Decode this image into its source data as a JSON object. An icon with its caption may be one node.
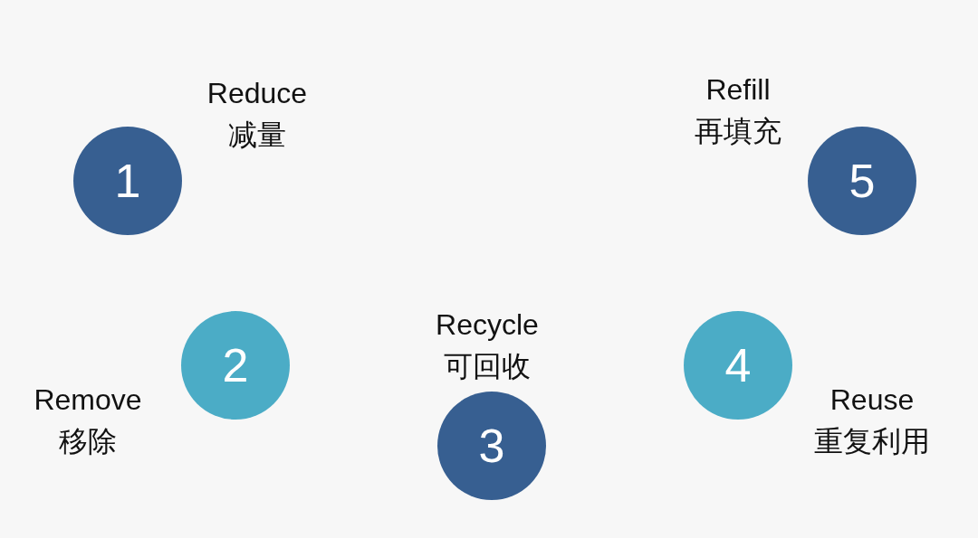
{
  "diagram": {
    "nodes": [
      {
        "text": [
          "1"
        ],
        "beside": [
          "Reduce",
          "减量"
        ]
      },
      {
        "text": [
          "2"
        ],
        "beside": [
          "Remove",
          "移除"
        ]
      },
      {
        "text": [
          "3"
        ],
        "beside": [
          "Recycle",
          "可回收"
        ]
      },
      {
        "text": [
          "4"
        ],
        "beside": [
          "Reuse",
          "重复利用"
        ]
      },
      {
        "text": [
          "5"
        ],
        "beside": [
          "Refill",
          "再填充"
        ]
      }
    ]
  }
}
